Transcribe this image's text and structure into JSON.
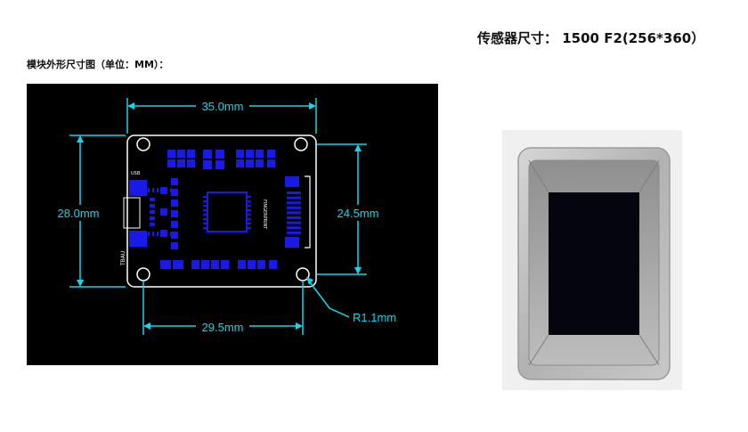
{
  "header": {
    "sensor_title": "传感器尺寸：  1500 F2(256*360）",
    "module_title": "模块外形尺寸图（单位：MM）："
  },
  "drawing": {
    "dim_top": "35.0mm",
    "dim_left": "28.0mm",
    "dim_right": "24.5mm",
    "dim_bottom": "29.5mm",
    "dim_radius": "R1.1mm",
    "board_text": "FINGERPRINT",
    "port_label": "TBAU",
    "usb_label": "USB",
    "colors": {
      "background": "#000000",
      "board": "#000000",
      "outline": "#ffffff",
      "dimension": "#19d4e6",
      "pads": "#1a1ae8"
    }
  },
  "photo": {
    "icon": "fingerprint-sensor-photo",
    "colors": {
      "frame": "#b9b9b9",
      "window": "#050510"
    }
  }
}
